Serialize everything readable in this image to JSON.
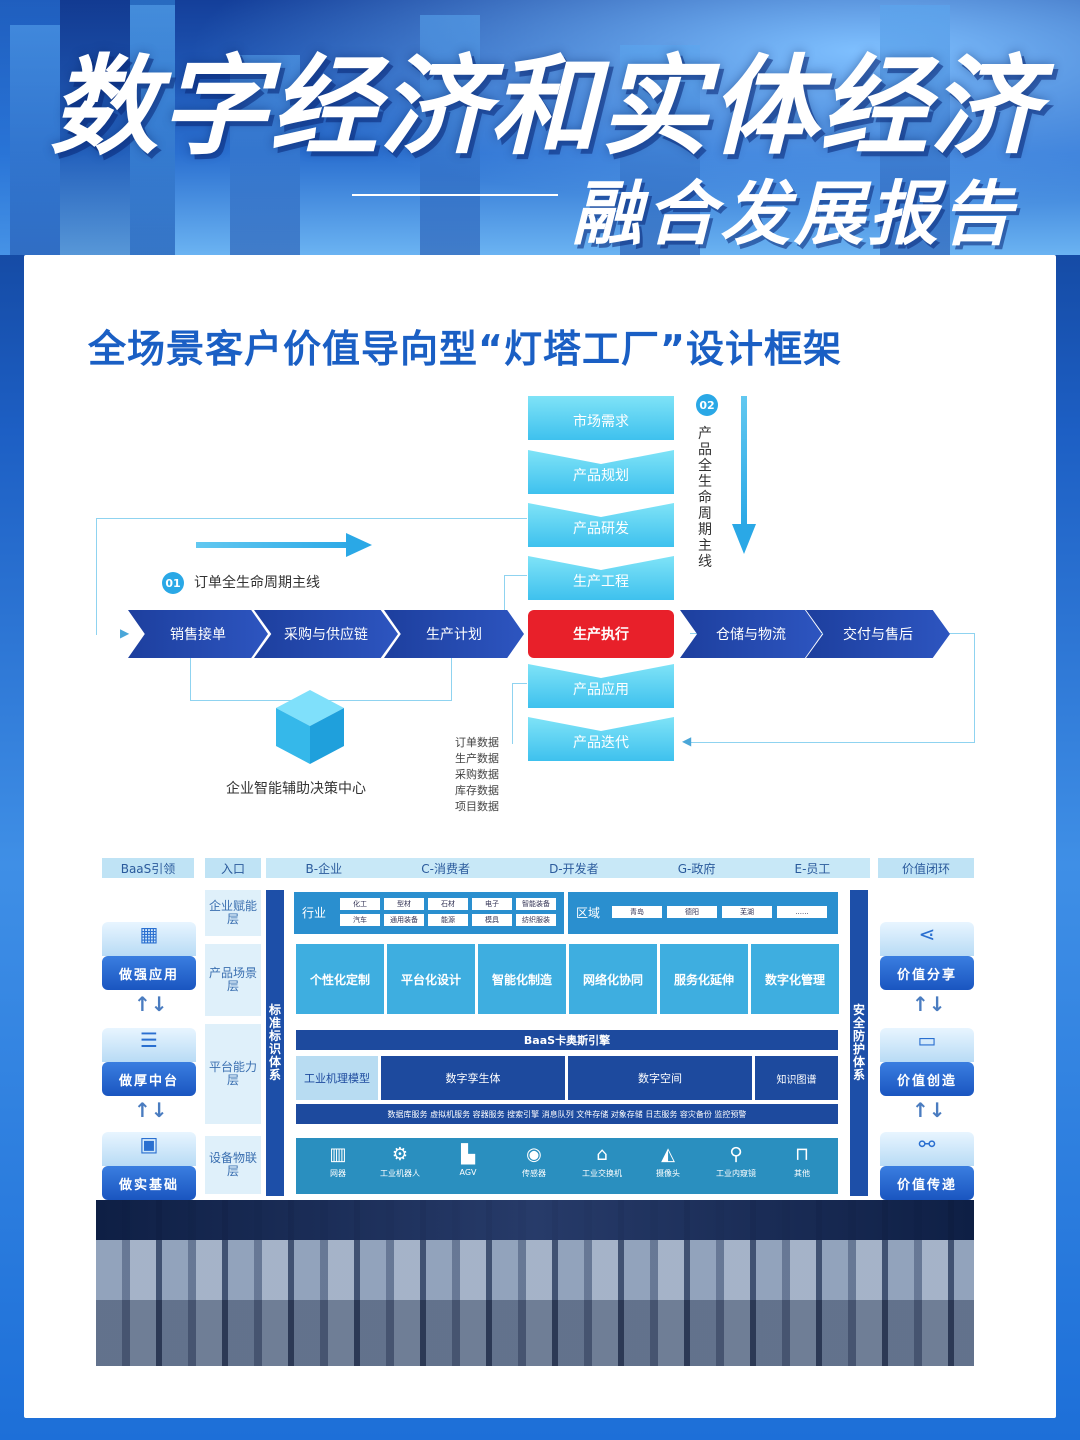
{
  "header": {
    "title_line1": "数字经济和实体经济",
    "title_line2": "融合发展报告"
  },
  "subtitle": "全场景客户价值导向型“灯塔工厂”设计框架",
  "lifecycle": {
    "order_badge": "01",
    "order_label": "订单全生命周期主线",
    "product_badge": "02",
    "product_label": "产品全生命周期主线",
    "column_top": [
      "市场需求",
      "产品规划",
      "产品研发",
      "生产工程"
    ],
    "execution": "生产执行",
    "column_bottom": [
      "产品应用",
      "产品迭代"
    ],
    "chevrons_left": [
      "销售接单",
      "采购与供应链",
      "生产计划"
    ],
    "chevrons_right": [
      "仓储与物流",
      "交付与售后"
    ],
    "decision_center": "企业智能辅助决策中心",
    "data_items": [
      "订单数据",
      "生产数据",
      "采购数据",
      "库存数据",
      "项目数据"
    ]
  },
  "architecture": {
    "left_header": "BaaS引领",
    "entry": "入口",
    "entry_items": [
      "B-企业",
      "C-消费者",
      "D-开发者",
      "G-政府",
      "E-员工"
    ],
    "right_header": "价值闭环",
    "left_buttons": [
      "做强应用",
      "做厚中台",
      "做实基础"
    ],
    "right_buttons": [
      "价值分享",
      "价值创造",
      "价值传递"
    ],
    "layers": [
      "企业赋能层",
      "产品场景层",
      "平台能力层",
      "设备物联层"
    ],
    "left_bar": "标准标识体系",
    "right_bar": "安全防护体系",
    "industry_label": "行业",
    "industry_items": [
      "化工",
      "型材",
      "石材",
      "电子",
      "智能装备",
      "汽车",
      "通用装备",
      "能源",
      "模具",
      "纺织服装"
    ],
    "region_label": "区域",
    "region_items": [
      "青岛",
      "德阳",
      "芜湖",
      "......"
    ],
    "scenarios": [
      "个性化定制",
      "平台化设计",
      "智能化制造",
      "网络化协同",
      "服务化延伸",
      "数字化管理"
    ],
    "engine": "BaaS卡奥斯引擎",
    "platform": [
      "工业机理模型",
      "数字孪生体",
      "数字空间",
      "知识图谱"
    ],
    "services": "数据库服务  虚拟机服务  容器服务  搜索引擎  消息队列  文件存储  对象存储  日志服务  容灾备份  监控预警",
    "devices": [
      "网器",
      "工业机器人",
      "AGV",
      "传感器",
      "工业交换机",
      "摄像头",
      "工业内窥镜",
      "其他"
    ]
  }
}
